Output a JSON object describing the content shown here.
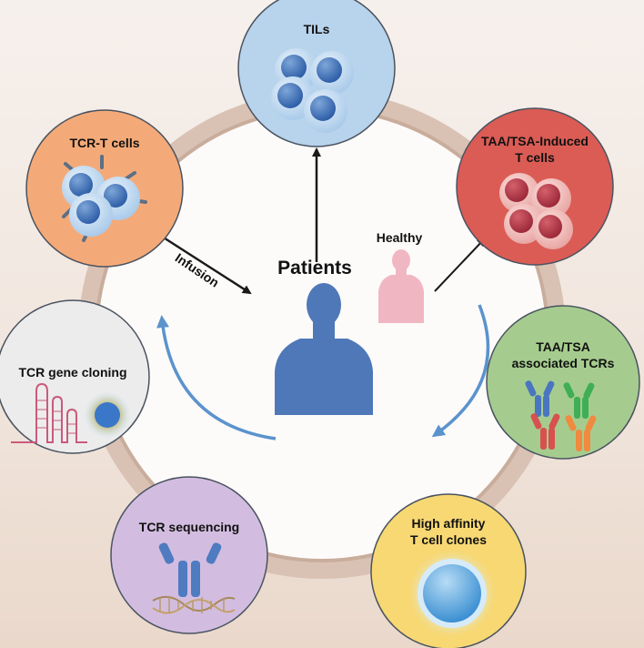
{
  "center": {
    "title": "Patients",
    "healthy": "Healthy",
    "infusion": "Infusion"
  },
  "nodes": {
    "tils": {
      "label": "TILs",
      "color": "#b8d3ec"
    },
    "tcr_t": {
      "label": "TCR-T cells",
      "color": "#f4aa78"
    },
    "taa_induced": {
      "line1": "TAA/TSA-Induced",
      "line2": "T cells",
      "color": "#db5c55"
    },
    "gene_cloning": {
      "label": "TCR gene cloning",
      "color": "#ececec"
    },
    "taa_tcrs": {
      "line1": "TAA/TSA",
      "line2": "associated TCRs",
      "color": "#a5cc8e"
    },
    "sequencing": {
      "label": "TCR sequencing",
      "color": "#d2bde0"
    },
    "high_affinity": {
      "line1": "High affinity",
      "line2": "T cell clones",
      "color": "#f7d873"
    }
  },
  "colors": {
    "patient": "#4f78b9",
    "healthy_person": "#f0b7c2",
    "ring": "#d9c2b4",
    "flow_arrow": "#5b93cc",
    "black_arrow": "#1a1a1a"
  }
}
